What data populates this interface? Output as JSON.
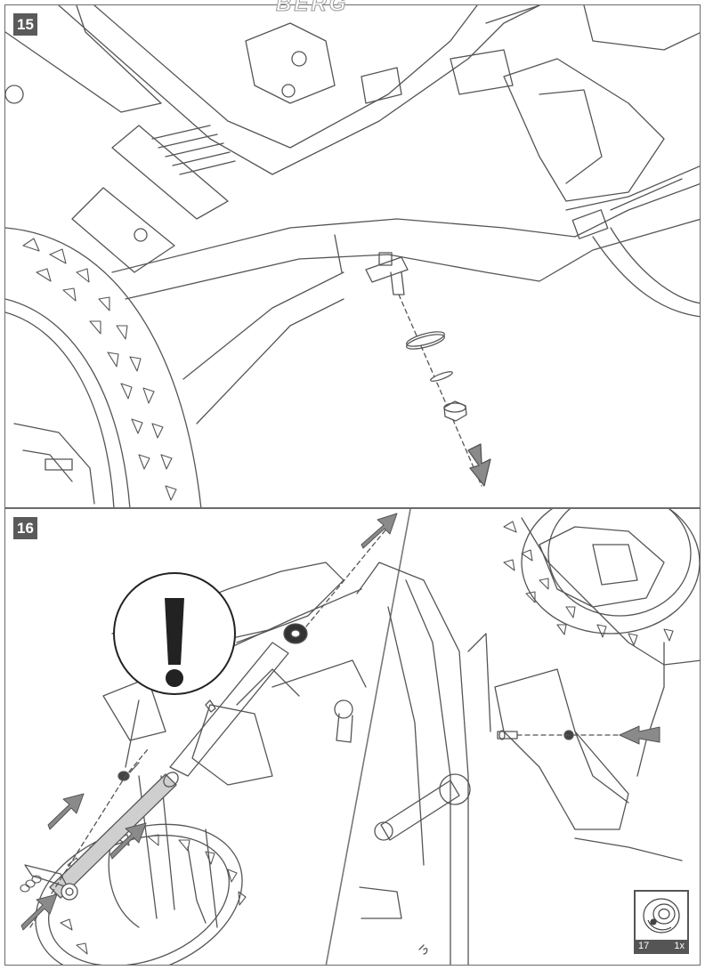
{
  "brand_logo": "BERG",
  "steps": [
    {
      "number": "15"
    },
    {
      "number": "16"
    }
  ],
  "tool_box": {
    "size": "17",
    "quantity": "1x",
    "icon": "socket-wrench-icon"
  },
  "colors": {
    "arrow_fill": "#8a8a8a",
    "line": "#555555",
    "step_badge": "#5a5a5a"
  }
}
